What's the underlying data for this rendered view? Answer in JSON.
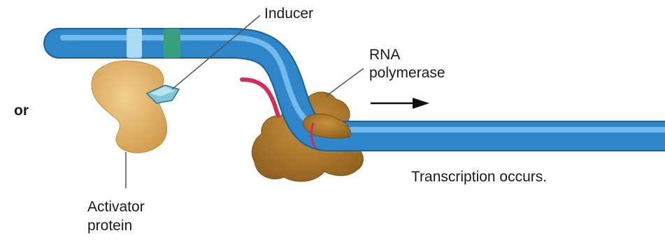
{
  "labels": {
    "or": "or",
    "inducer": "Inducer",
    "rna_line1": "RNA",
    "rna_line2": "polymerase",
    "transcription": "Transcription occurs.",
    "activator_line1": "Activator",
    "activator_line2": "protein"
  },
  "colors": {
    "dna_blue": "#2f86c8",
    "dna_highlight": "#7fc2ee",
    "dna_edge": "#1d5f99",
    "band_light": "#a9dcf2",
    "band_green": "#3a9f7c",
    "activator_fill": "#e2b46c",
    "polymerase_fill": "#b07a2c",
    "mrna": "#d42b57",
    "inducer": "#7fc7d8",
    "leader": "#555555"
  },
  "icons": {
    "arrow": "right-arrow-icon"
  }
}
